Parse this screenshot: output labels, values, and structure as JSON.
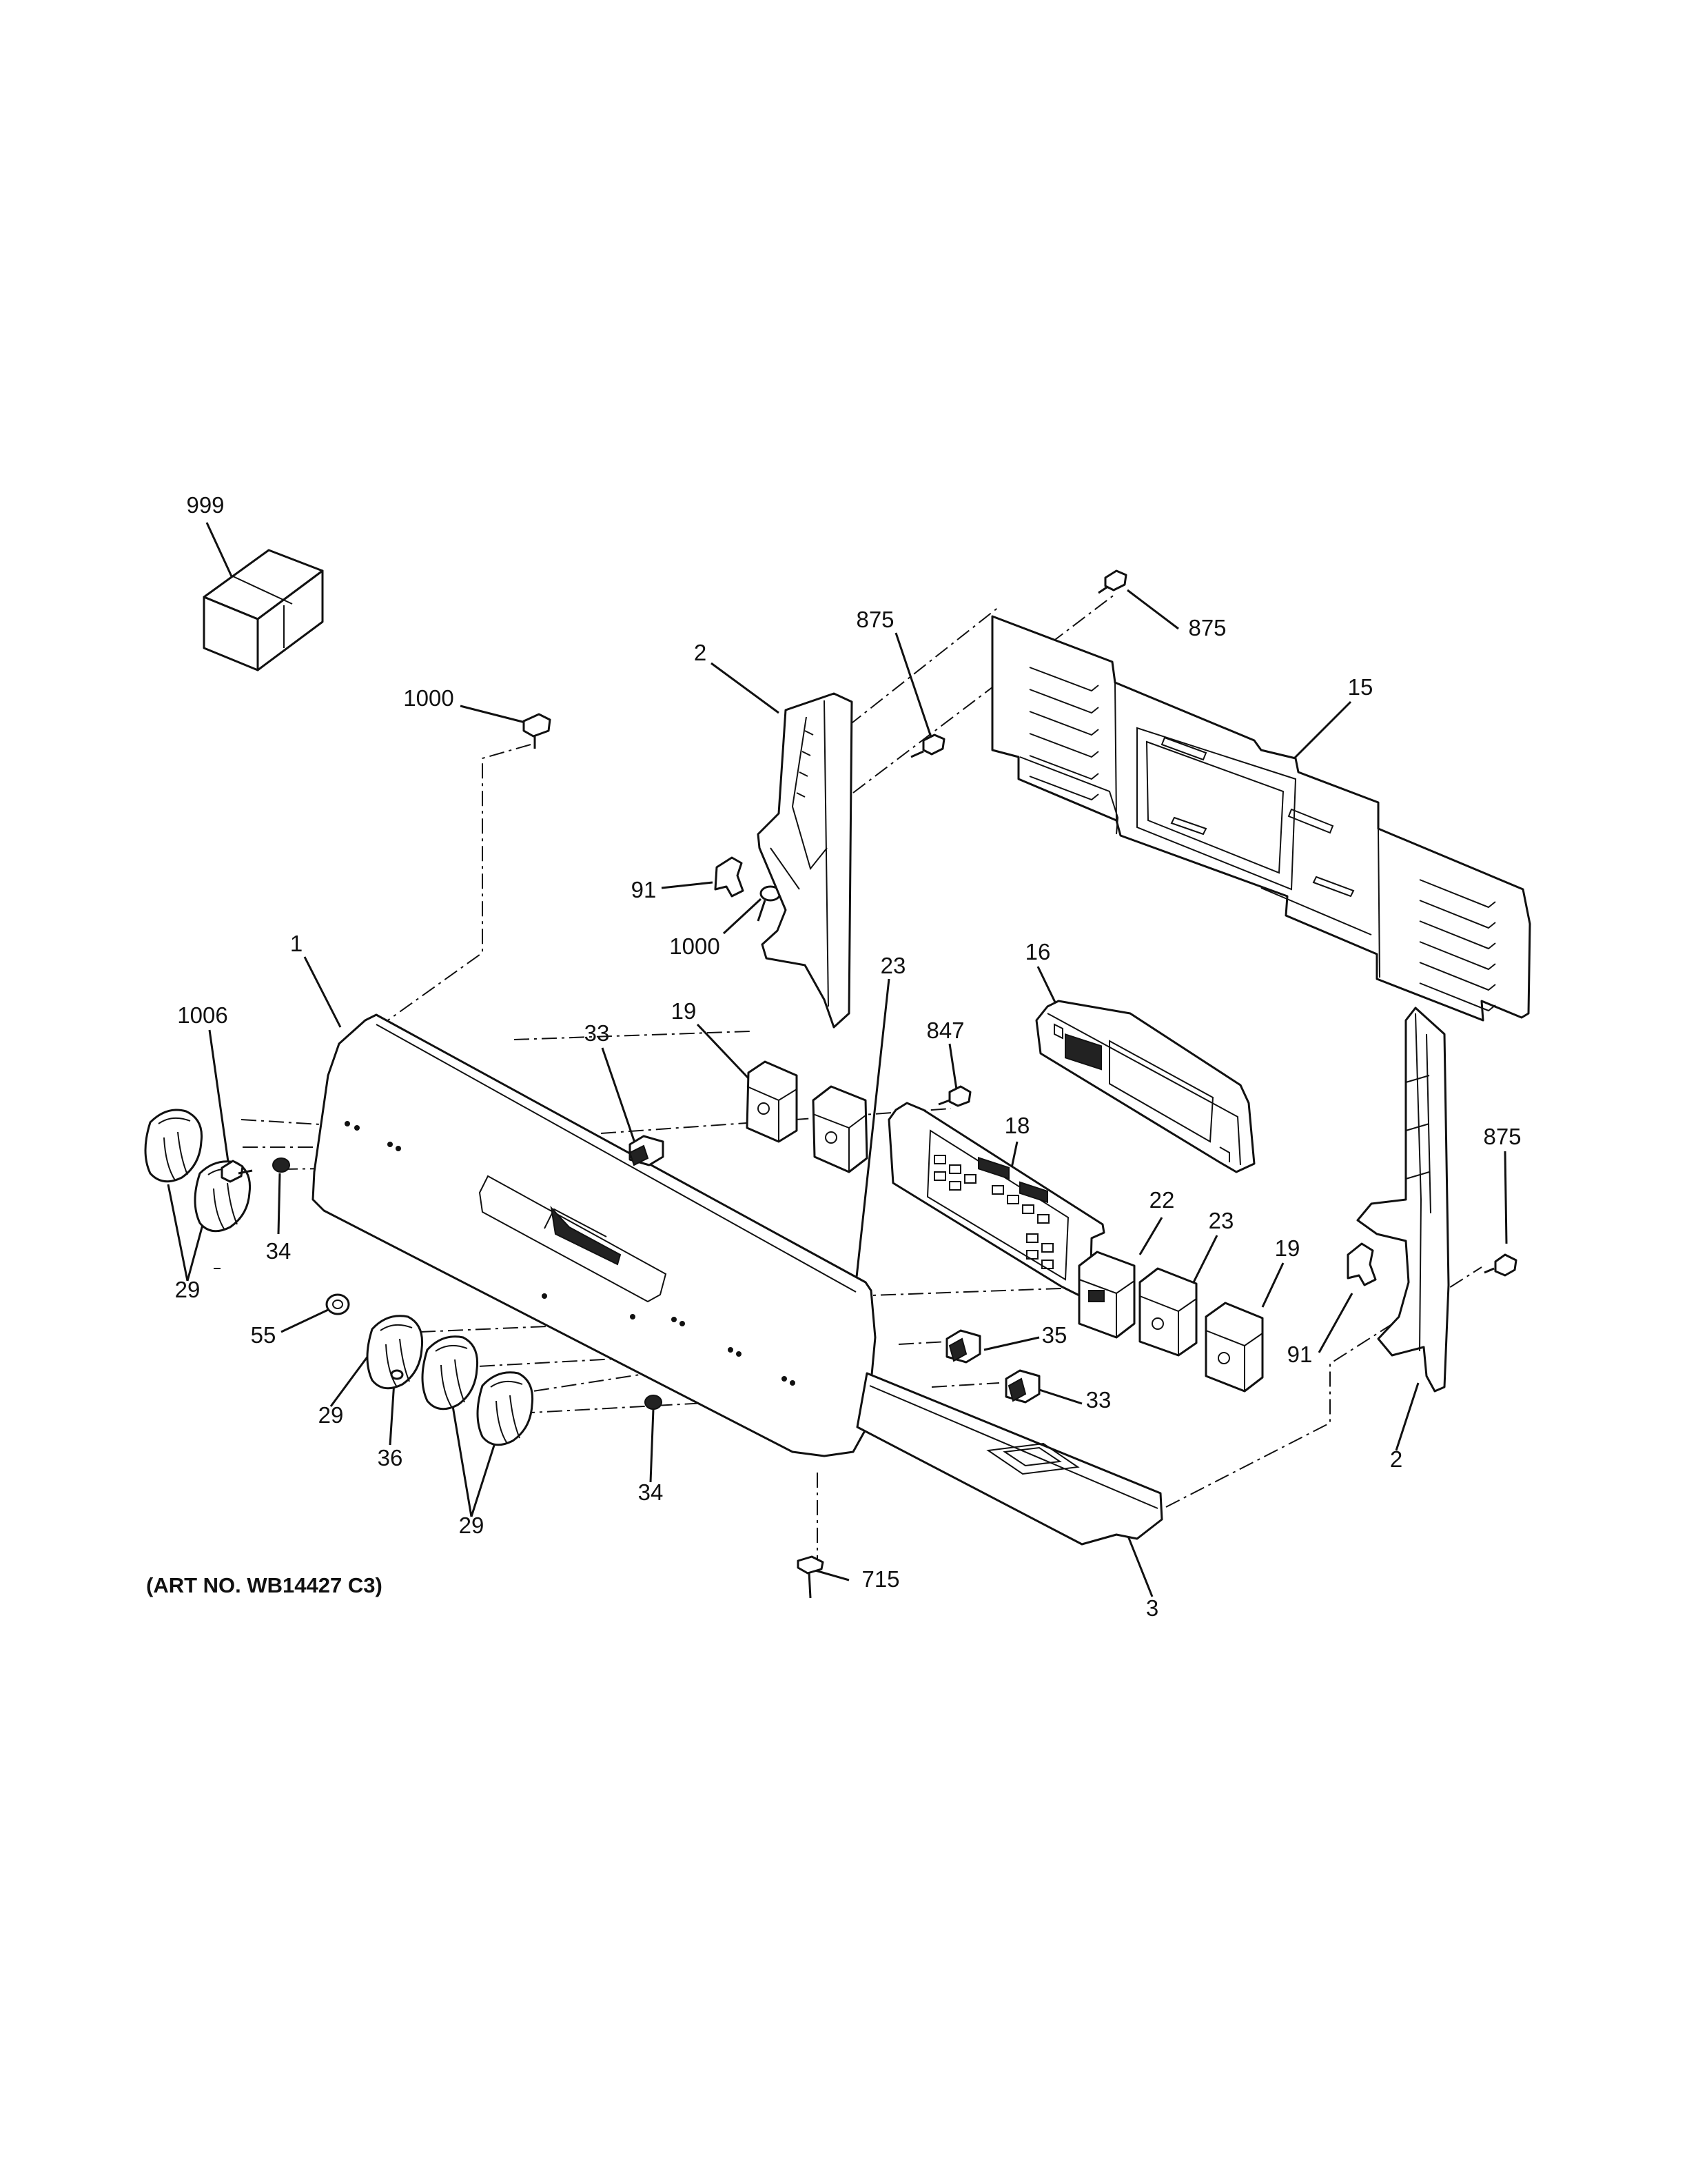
{
  "caption": "(ART NO. WB14427 C3)",
  "callouts": {
    "c999": "999",
    "c1000a": "1000",
    "c2a": "2",
    "c875a": "875",
    "c875b": "875",
    "c15": "15",
    "c91a": "91",
    "c1000b": "1000",
    "c23a": "23",
    "c16": "16",
    "c1": "1",
    "c1006": "1006",
    "c33a": "33",
    "c19a": "19",
    "c847": "847",
    "c18": "18",
    "c875c": "875",
    "c34a": "34",
    "c29a": "29",
    "c22": "22",
    "c23b": "23",
    "c19b": "19",
    "c91b": "91",
    "c55": "55",
    "c35": "35",
    "c33b": "33",
    "c29b": "29",
    "c36": "36",
    "c2b": "2",
    "c34b": "34",
    "c29c": "29",
    "c715": "715",
    "c3": "3"
  }
}
